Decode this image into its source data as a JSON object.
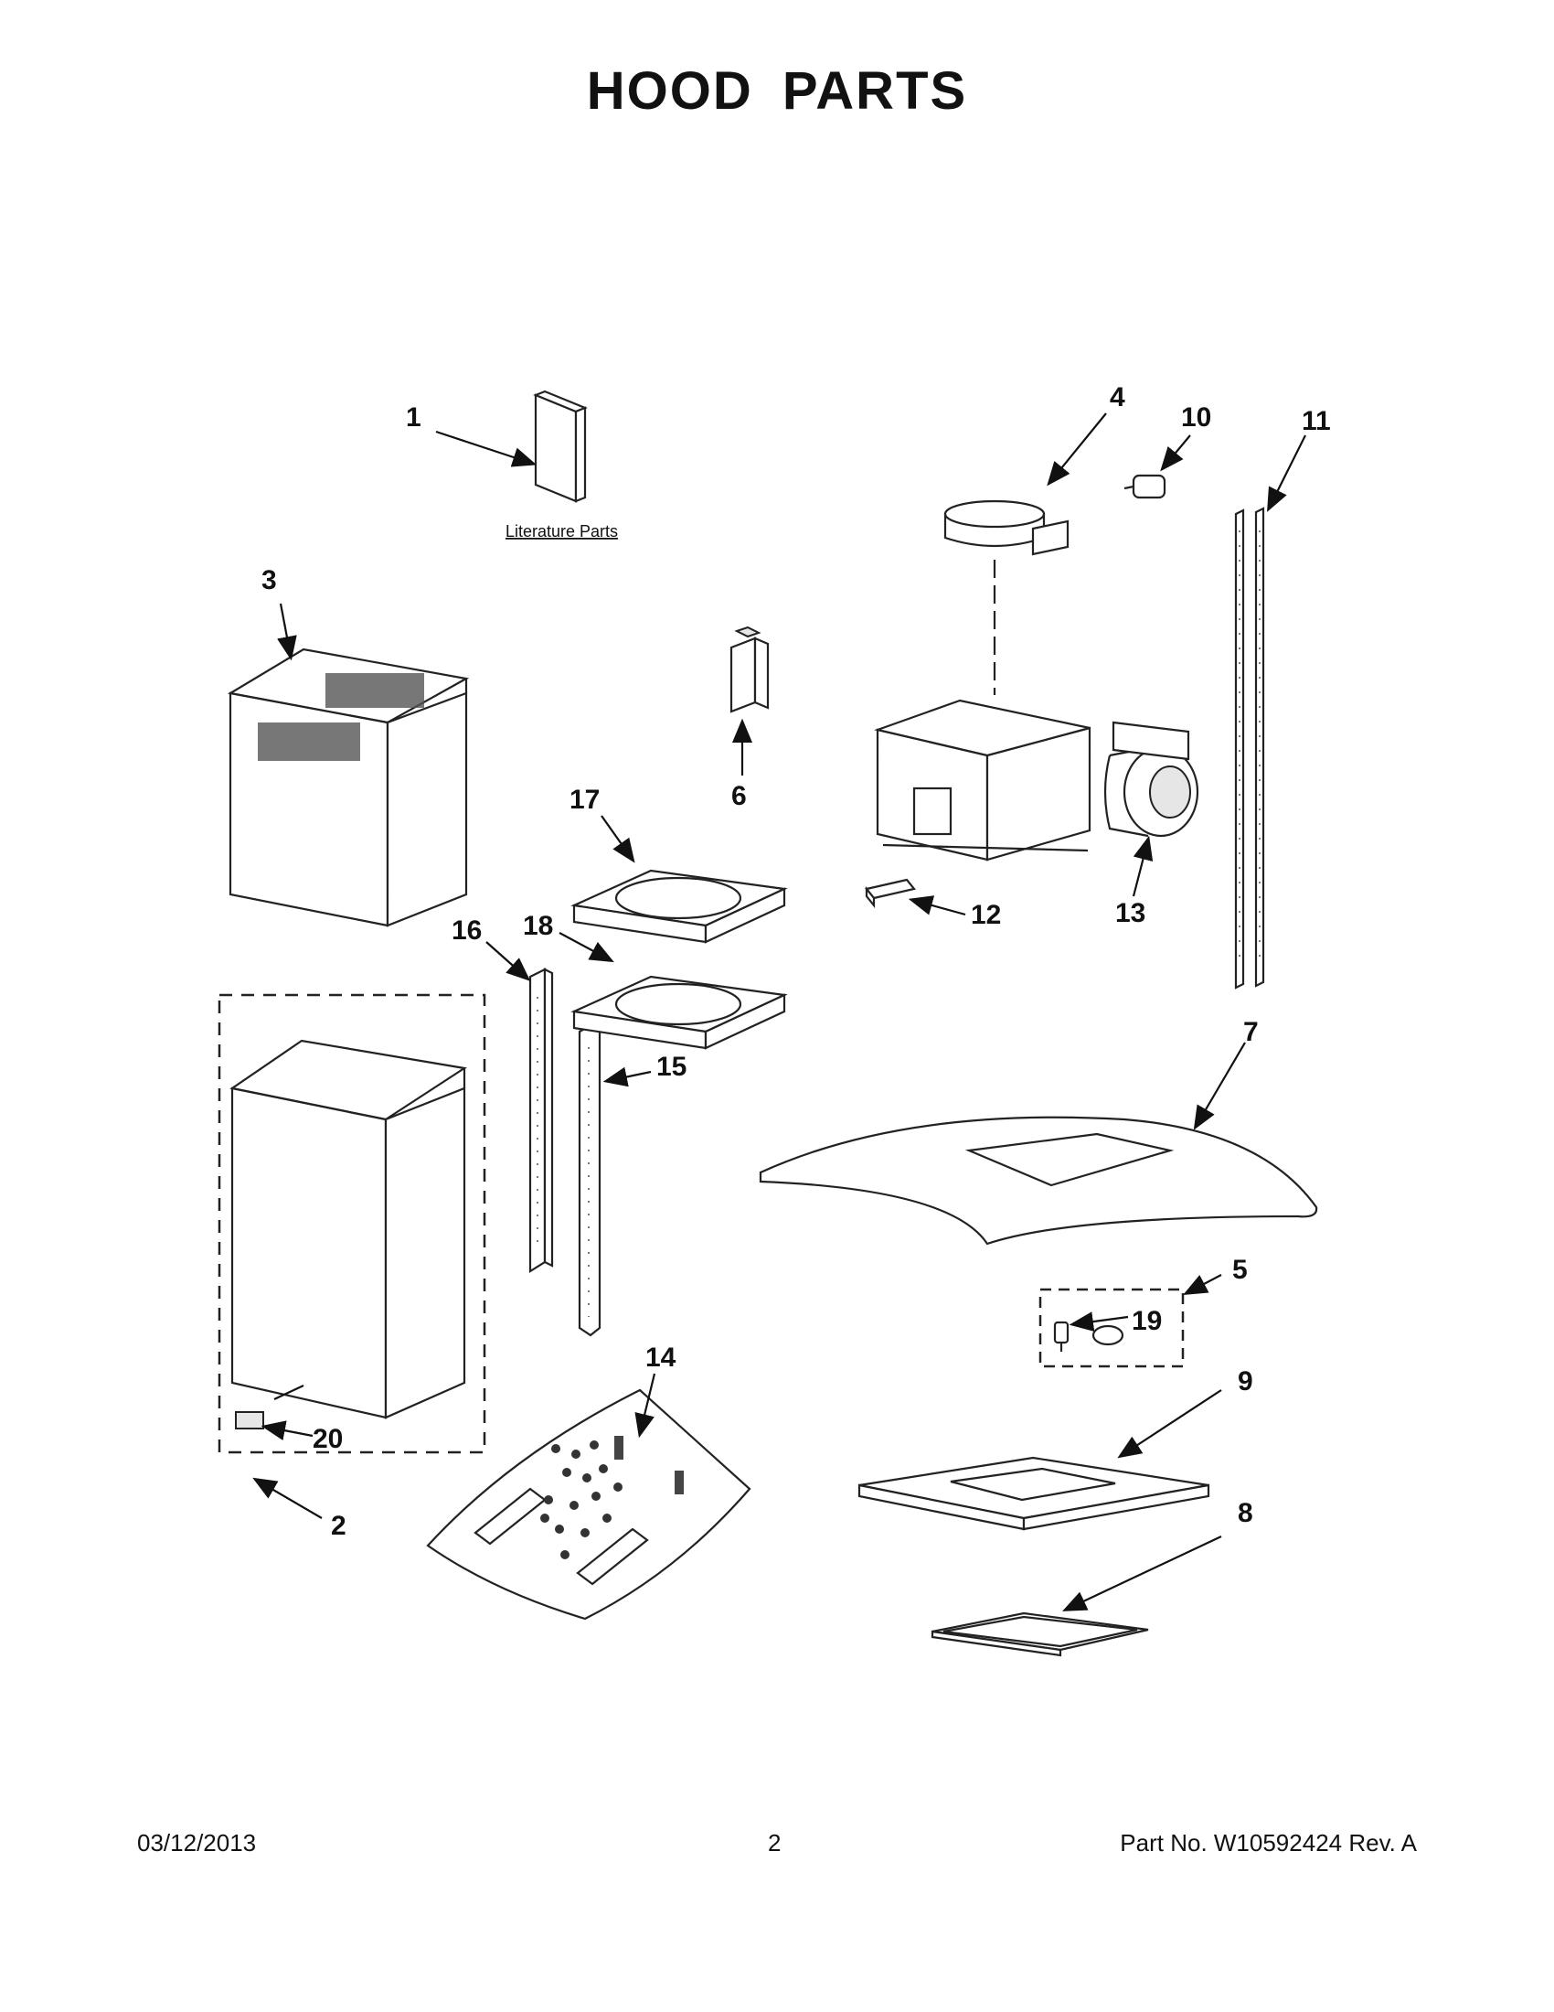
{
  "title": "HOOD PARTS",
  "literature_label": "Literature Parts",
  "parts": {
    "p1": "1",
    "p2": "2",
    "p3": "3",
    "p4": "4",
    "p5": "5",
    "p6": "6",
    "p7": "7",
    "p8": "8",
    "p9": "9",
    "p10": "10",
    "p11": "11",
    "p12": "12",
    "p13": "13",
    "p14": "14",
    "p15": "15",
    "p16": "16",
    "p17": "17",
    "p18": "18",
    "p19": "19",
    "p20": "20"
  },
  "footer": {
    "date": "03/12/2013",
    "page": "2",
    "part_no": "Part No.  W10592424  Rev.  A"
  }
}
